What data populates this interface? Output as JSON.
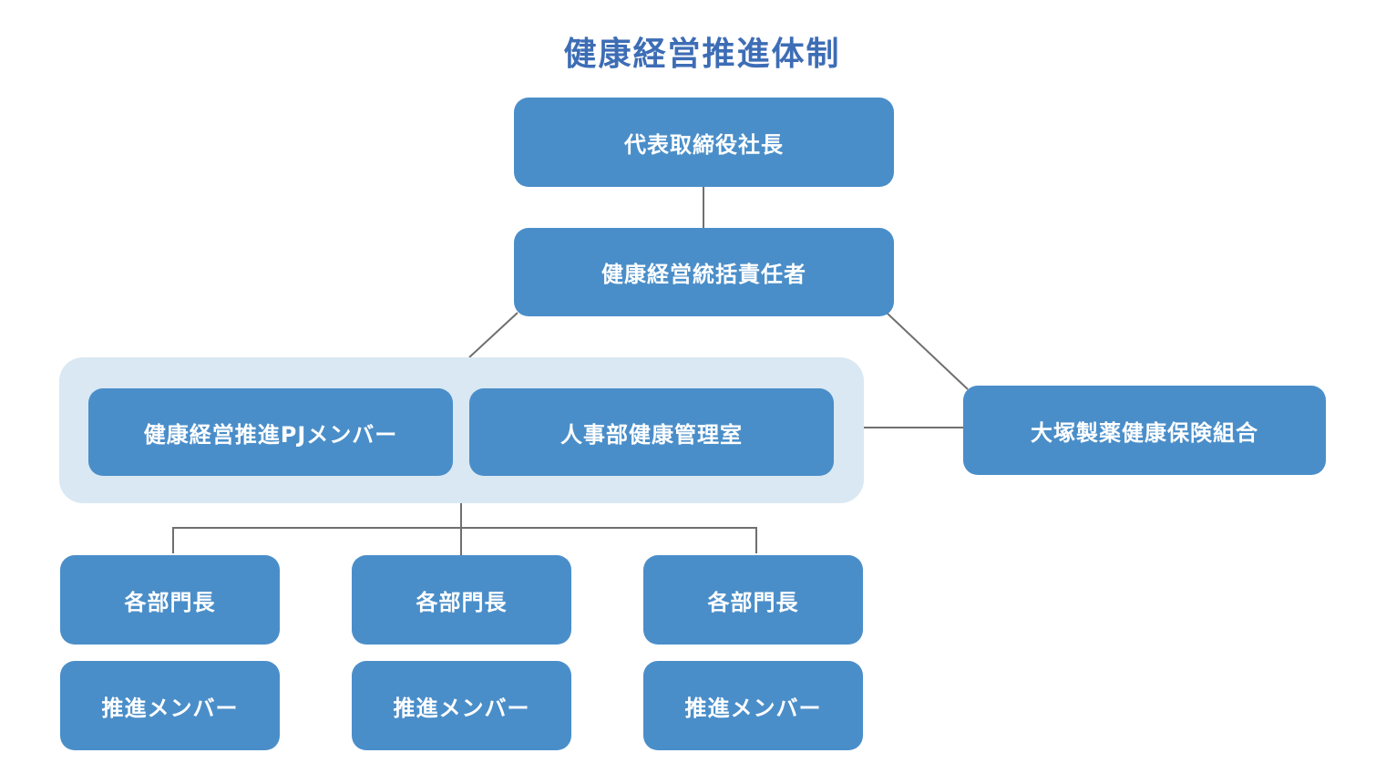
{
  "title": "健康経営推進体制",
  "colors": {
    "title": "#3d6db5",
    "box_fill": "#4a8ec9",
    "box_text": "#ffffff",
    "group_fill": "#d9e8f3",
    "connector": "#6f6f6f"
  },
  "nodes": {
    "president": "代表取締役社長",
    "health_officer": "健康経営統括責任者",
    "pj_members": "健康経営推進PJメンバー",
    "hr_health_office": "人事部健康管理室",
    "insurance_union": "大塚製薬健康保険組合",
    "departments": [
      {
        "head": "各部門長",
        "members": "推進メンバー"
      },
      {
        "head": "各部門長",
        "members": "推進メンバー"
      },
      {
        "head": "各部門長",
        "members": "推進メンバー"
      }
    ]
  }
}
